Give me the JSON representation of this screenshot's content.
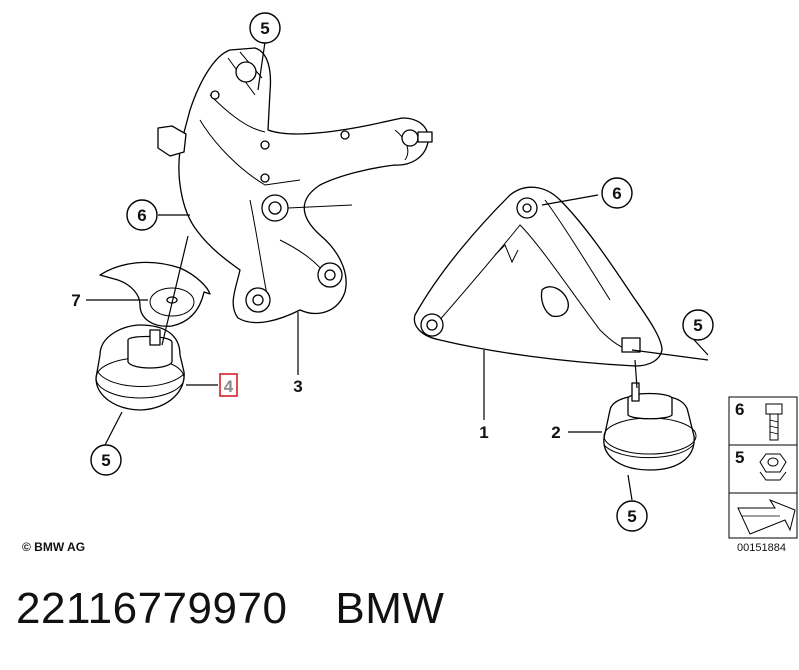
{
  "callouts": {
    "c5_top": "5",
    "c6_left": "6",
    "c7": "7",
    "c4": "4",
    "c3": "3",
    "c5_left_bottom": "5",
    "c6_right": "6",
    "c5_right": "5",
    "c1": "1",
    "c2": "2",
    "c5_right_bottom": "5"
  },
  "legend": {
    "items": [
      {
        "number": "6",
        "icon": "bolt-icon"
      },
      {
        "number": "5",
        "icon": "nut-icon"
      }
    ],
    "arrow_icon": "arrow-icon"
  },
  "copyright": "© BMW AG",
  "figure_id": "00151884",
  "footer": {
    "part_number": "22116779970",
    "brand": "BMW"
  },
  "colors": {
    "highlight": "#d6202a",
    "ink": "#111111",
    "shade": "#e6e6e6"
  }
}
